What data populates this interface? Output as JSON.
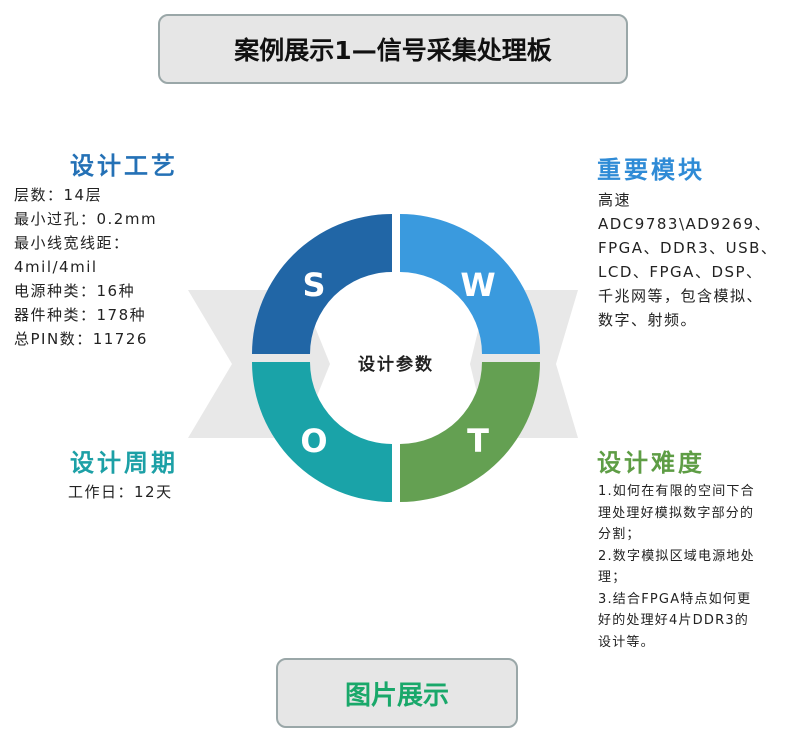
{
  "title": "案例展示1—信号采集处理板",
  "center_label": "设计参数",
  "bottom_button": "图片展示",
  "swot": {
    "s": {
      "letter": "S",
      "color": "#2166a6"
    },
    "w": {
      "letter": "W",
      "color": "#3a9ade"
    },
    "o": {
      "letter": "O",
      "color": "#1aa3a8"
    },
    "t": {
      "letter": "T",
      "color": "#64a052"
    }
  },
  "design_process": {
    "heading": "设计工艺",
    "heading_color": "#2471b6",
    "lines": [
      "层数：14层",
      "最小过孔：0.2mm",
      "最小线宽线距：",
      "4mil/4mil",
      "电源种类：16种",
      "器件种类：178种",
      "总PIN数：11726"
    ]
  },
  "key_modules": {
    "heading": "重要模块",
    "heading_color": "#2f8bd6",
    "lines": [
      "高速",
      "ADC9783\\AD9269、",
      "FPGA、DDR3、USB、",
      "LCD、FPGA、DSP、",
      "千兆网等，包含模拟、",
      "数字、射频。"
    ]
  },
  "design_cycle": {
    "heading": "设计周期",
    "heading_color": "#1ca0a6",
    "lines": [
      "工作日：12天"
    ]
  },
  "design_difficulty": {
    "heading": "设计难度",
    "heading_color": "#5e9d45",
    "lines": [
      "1.如何在有限的空间下合",
      "理处理好模拟数字部分的",
      "分割；",
      "2.数字模拟区域电源地处",
      "理；",
      "3.结合FPGA特点如何更",
      "好的处理好4片DDR3的",
      "设计等。"
    ]
  }
}
